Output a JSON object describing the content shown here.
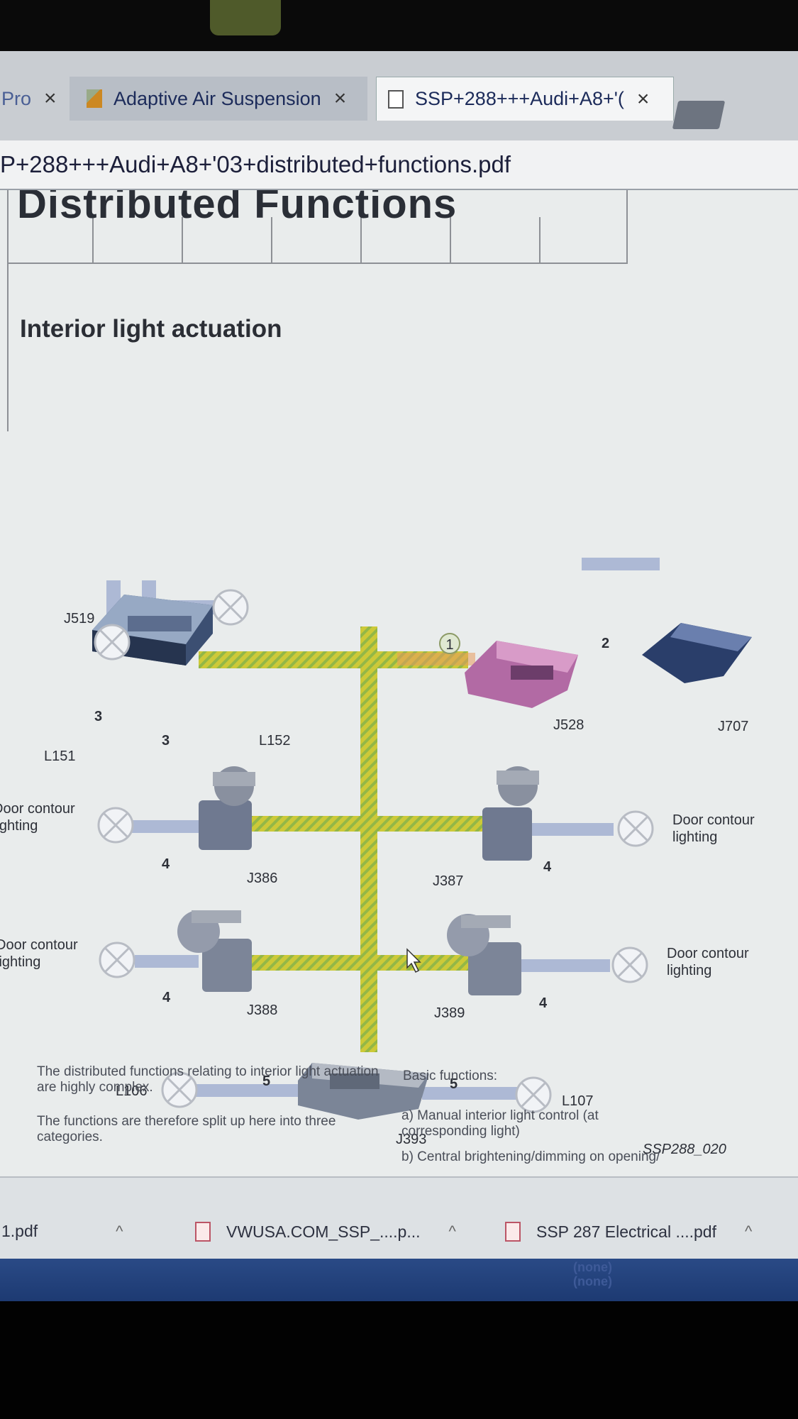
{
  "browser": {
    "tabs": [
      {
        "label": "Pro",
        "close": "×"
      },
      {
        "label": "Adaptive Air Suspension",
        "close": "×"
      },
      {
        "label": "SSP+288+++Audi+A8+'(",
        "close": "×"
      }
    ],
    "address": "P+288+++Audi+A8+'03+distributed+functions.pdf"
  },
  "document": {
    "title": "Distributed Functions",
    "section": "Interior light actuation",
    "figure_id": "SSP288_020",
    "paragraphs_left": [
      "The distributed functions relating to interior light actuation are highly complex.",
      "The functions are therefore split up here into three categories."
    ],
    "basic_functions_heading": "Basic functions:",
    "basic_functions": [
      "a) Manual interior light control (at corresponding light)",
      "b) Central brightening/dimming on opening/"
    ]
  },
  "diagram": {
    "units": {
      "j519": "J519",
      "j528": "J528",
      "j707": "J707",
      "j386": "J386",
      "j387": "J387",
      "j388": "J388",
      "j389": "J389",
      "j393": "J393"
    },
    "lights": {
      "l151": "L151",
      "l152": "L152",
      "l106": "L106",
      "l107": "L107",
      "door_contour_1": "Door contour",
      "door_contour_2": "lighting"
    },
    "bus_numbers": {
      "one": "1",
      "two": "2",
      "three": "3",
      "four": "4",
      "five": "5"
    },
    "colors": {
      "can_bus": "#c9c634",
      "can_bus_stripe": "#8fb640",
      "lin_bus": "#aeb8d4",
      "gateway_body": "#b76aa7",
      "module_dark": "#2a3e6a"
    }
  },
  "downloads": [
    {
      "label": "1.pdf",
      "chev": "^"
    },
    {
      "label": "VWUSA.COM_SSP_....p...",
      "chev": "^"
    },
    {
      "label": "SSP 287 Electrical ....pdf",
      "chev": "^"
    }
  ],
  "taskbar": {
    "ghost_text_1": "(none)",
    "ghost_text_2": "(none)"
  }
}
